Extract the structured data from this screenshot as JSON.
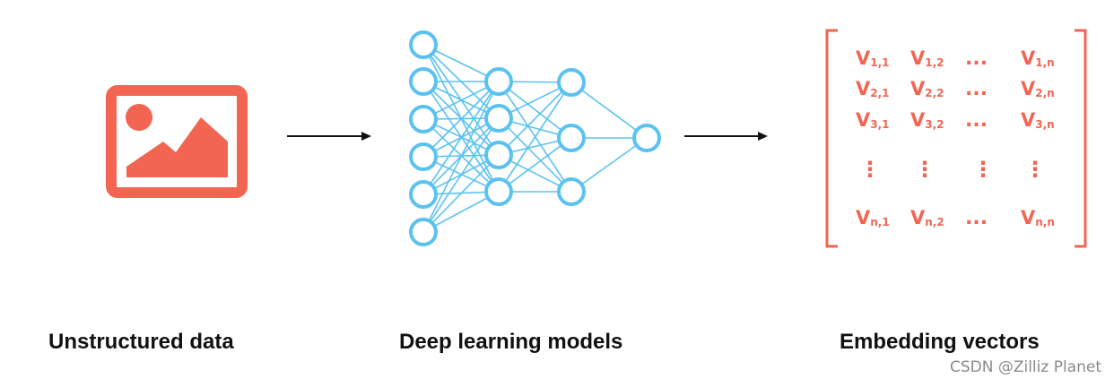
{
  "colors": {
    "coral": "#F36553",
    "network_blue": "#5BC2F0",
    "arrow": "#111111",
    "caption_text": "#111111",
    "watermark_text": "#8a8a8a"
  },
  "stages": {
    "unstructured": {
      "icon": "image-icon",
      "label": "Unstructured data"
    },
    "model": {
      "icon": "neural-network-icon",
      "layers": [
        6,
        4,
        3,
        1
      ],
      "label": "Deep learning models"
    },
    "vectors": {
      "label": "Embedding vectors",
      "rows": [
        [
          {
            "v": "V",
            "s": "1,1"
          },
          {
            "v": "V",
            "s": "1,2"
          },
          {
            "v": "...",
            "s": ""
          },
          {
            "v": "V",
            "s": "1,n"
          }
        ],
        [
          {
            "v": "V",
            "s": "2,1"
          },
          {
            "v": "V",
            "s": "2,2"
          },
          {
            "v": "...",
            "s": ""
          },
          {
            "v": "V",
            "s": "2,n"
          }
        ],
        [
          {
            "v": "V",
            "s": "3,1"
          },
          {
            "v": "V",
            "s": "3,2"
          },
          {
            "v": "...",
            "s": ""
          },
          {
            "v": "V",
            "s": "3,n"
          }
        ],
        [
          {
            "v": "⋮",
            "s": ""
          },
          {
            "v": "⋮",
            "s": ""
          },
          {
            "v": "⋮",
            "s": ""
          },
          {
            "v": "⋮",
            "s": ""
          }
        ],
        [
          {
            "v": "V",
            "s": "n,1"
          },
          {
            "v": "V",
            "s": "n,2"
          },
          {
            "v": "...",
            "s": ""
          },
          {
            "v": "V",
            "s": "n,n"
          }
        ]
      ]
    }
  },
  "watermark": "CSDN @Zilliz Planet"
}
